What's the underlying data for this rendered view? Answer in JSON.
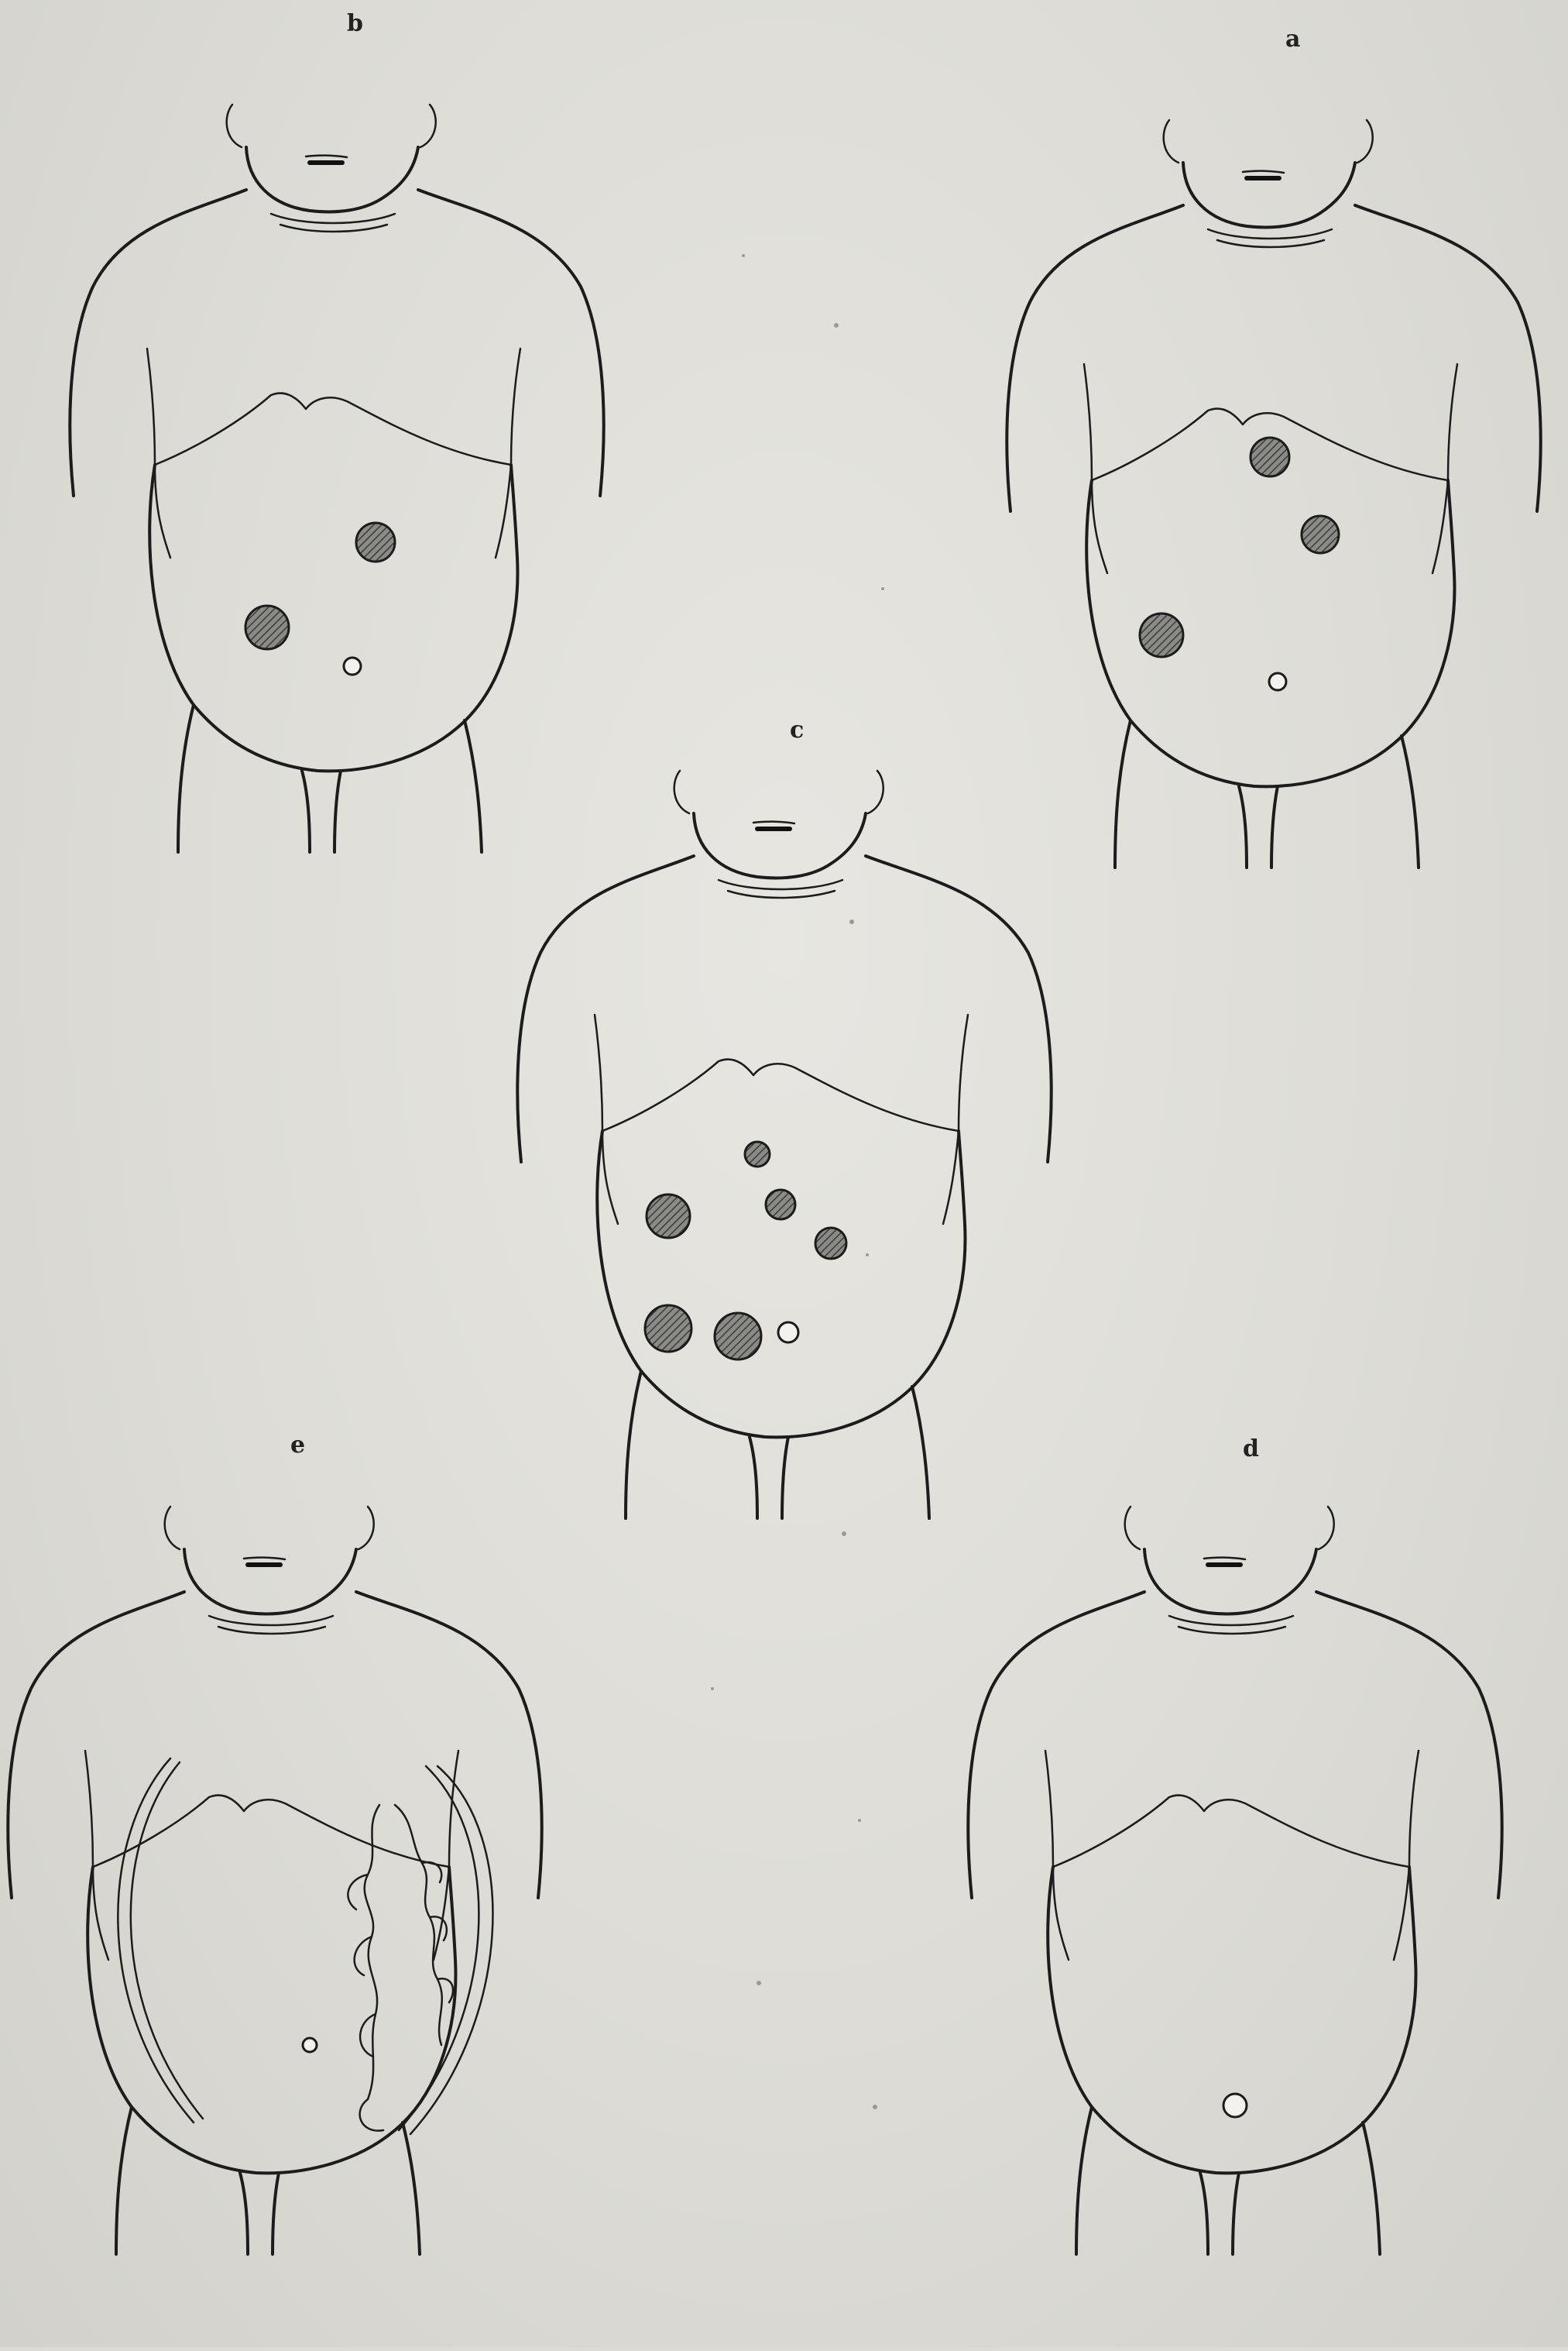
{
  "figures": [
    {
      "id": "a",
      "label": "a"
    },
    {
      "id": "b",
      "label": "b"
    },
    {
      "id": "c",
      "label": "c"
    },
    {
      "id": "d",
      "label": "d"
    },
    {
      "id": "e",
      "label": "e"
    }
  ],
  "colors": {
    "paper": "#dcdbd6",
    "ink": "#1c1c1c",
    "lesion_fill": "#7d7d7d",
    "navel_fill": "#f3f2ee"
  }
}
